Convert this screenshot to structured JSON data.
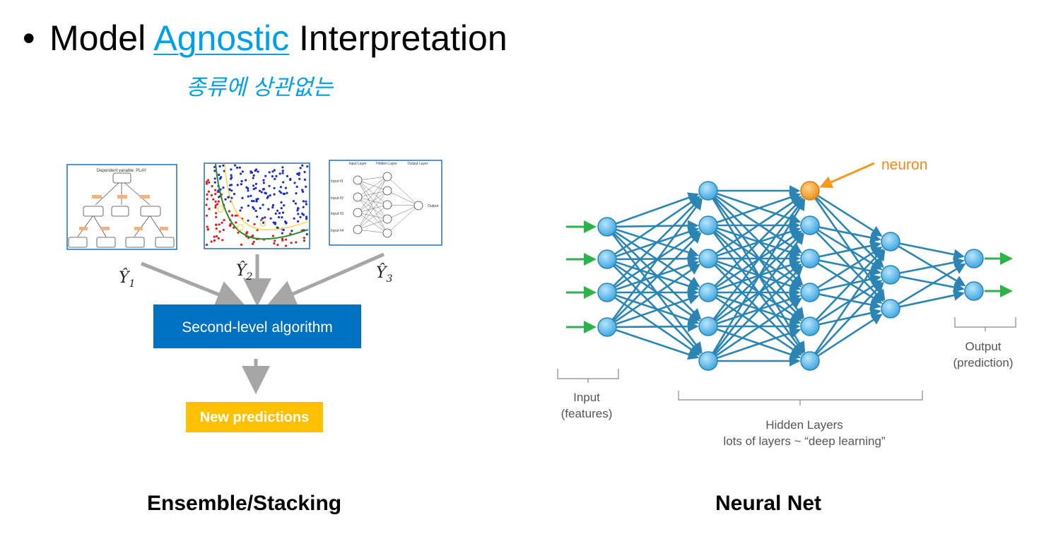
{
  "header": {
    "bullet": "•",
    "title_before": "Model",
    "title_link": "Agnostic",
    "title_after": "Interpretation",
    "subtitle": "종류에 상관없는"
  },
  "ensemble": {
    "tree_thumb_title": "Dependent variable: PLAY",
    "nn_thumb_labels": {
      "input_layer": "Input Layer",
      "hidden_layer": "Hidden Layer",
      "output_layer": "Output Layer",
      "output": "Output",
      "inputs": [
        "Input #1",
        "Input #2",
        "Input #3",
        "Input #4"
      ]
    },
    "y_hat_1": "Ŷ",
    "sub_1": "1",
    "y_hat_2": "Ŷ",
    "sub_2": "2",
    "y_hat_3": "Ŷ",
    "sub_3": "3",
    "second_level": "Second-level algorithm",
    "new_predictions": "New predictions",
    "caption": "Ensemble/Stacking",
    "colors": {
      "blue_box": "#0070c0",
      "yellow_box": "#ffc000",
      "arrow": "#a6a6a6"
    }
  },
  "neural_net": {
    "neuron_label": "neuron",
    "input_label_1": "Input",
    "input_label_2": "(features)",
    "hidden_label_1": "Hidden Layers",
    "hidden_label_2": "lots of layers ~ “deep learning”",
    "output_label_1": "Output",
    "output_label_2": "(prediction)",
    "caption": "Neural Net",
    "colors": {
      "edge": "#2a85b5",
      "node": "#5cb8ea",
      "highlight": "#f39a1e",
      "input_arrow": "#2db34a"
    }
  }
}
